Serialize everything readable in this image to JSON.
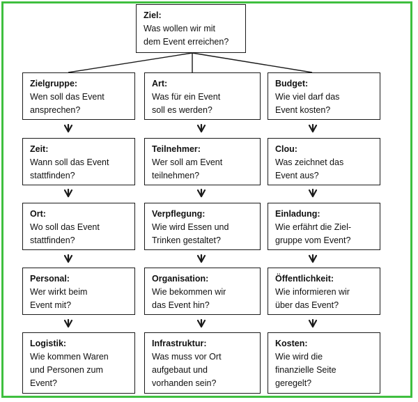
{
  "top": {
    "title": "Ziel:",
    "body": "Was wollen wir mit\ndem Event erreichen?"
  },
  "columns": [
    [
      {
        "title": "Zielgruppe:",
        "body": "Wen soll das Event\nansprechen?"
      },
      {
        "title": "Zeit:",
        "body": "Wann soll das Event\nstattfinden?"
      },
      {
        "title": "Ort:",
        "body": "Wo soll das Event\nstattfinden?"
      },
      {
        "title": "Personal:",
        "body": "Wer wirkt beim\nEvent  mit?"
      },
      {
        "title": "Logistik:",
        "body": "Wie kommen Waren\nund Personen zum\nEvent?"
      }
    ],
    [
      {
        "title": "Art:",
        "body": "Was für ein Event\nsoll es werden?"
      },
      {
        "title": "Teilnehmer:",
        "body": "Wer soll am Event\nteilnehmen?"
      },
      {
        "title": "Verpflegung:",
        "body": "Wie wird Essen und\nTrinken gestaltet?"
      },
      {
        "title": "Organisation:",
        "body": "Wie bekommen wir\ndas Event hin?"
      },
      {
        "title": "Infrastruktur:",
        "body": "Was muss vor Ort\naufgebaut und\nvorhanden sein?"
      }
    ],
    [
      {
        "title": "Budget:",
        "body": "Wie viel darf das\nEvent kosten?"
      },
      {
        "title": "Clou:",
        "body": "Was zeichnet das\nEvent aus?"
      },
      {
        "title": "Einladung:",
        "body": "Wie erfährt die Ziel-\ngruppe vom Event?"
      },
      {
        "title": "Öffentlichkeit:",
        "body": "Wie informieren wir\nüber das Event?"
      },
      {
        "title": "Kosten:",
        "body": "Wie wird die\nfinanzielle Seite\ngeregelt?"
      }
    ]
  ],
  "colors": {
    "border": "#3fbf3f",
    "ink": "#1a1a1a"
  }
}
